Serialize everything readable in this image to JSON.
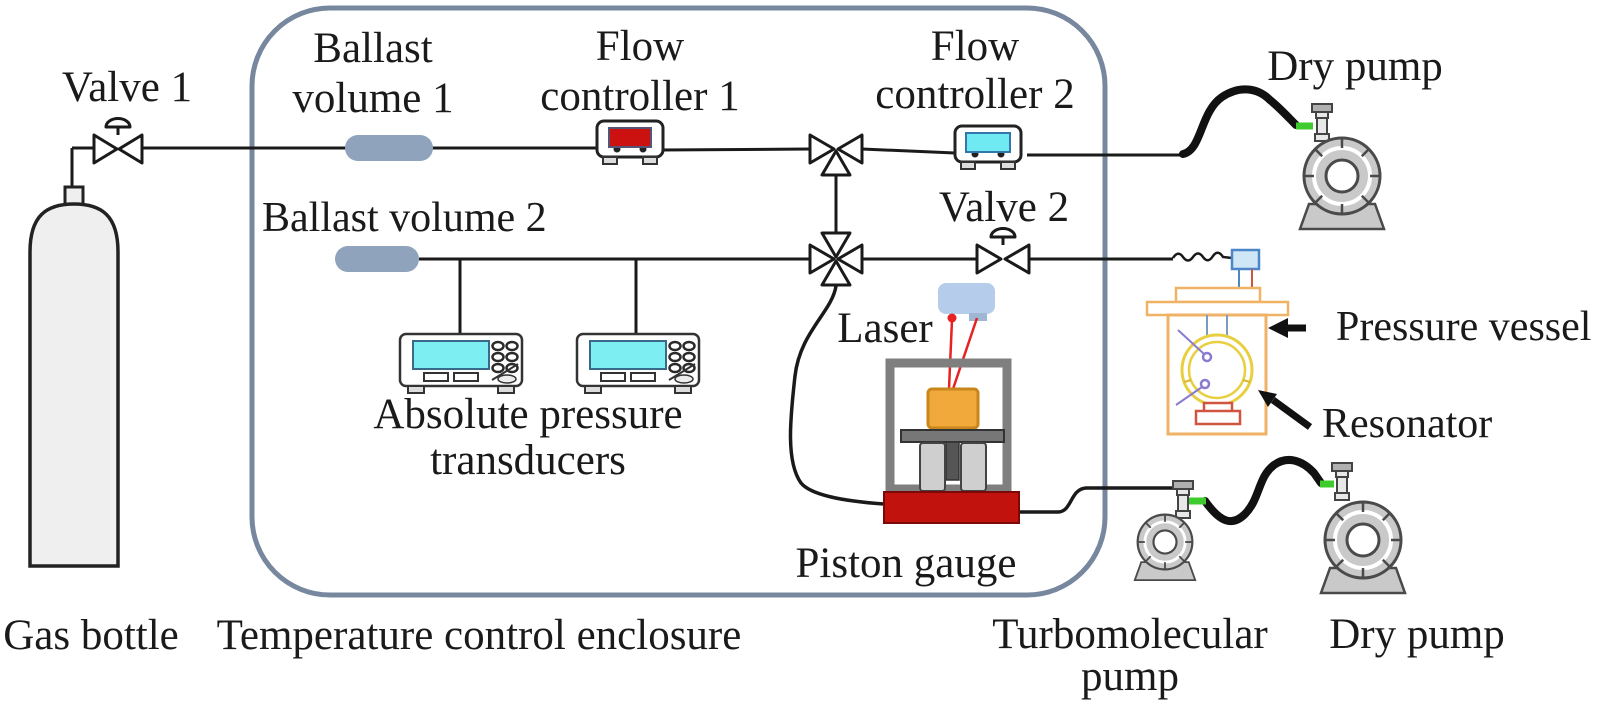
{
  "labels": {
    "valve_1": "Valve 1",
    "gas_bottle": "Gas bottle",
    "ballast_volume_1": [
      "Ballast",
      "volume 1"
    ],
    "ballast_volume_2": "Ballast volume 2",
    "flow_controller_1": [
      "Flow",
      "controller 1"
    ],
    "flow_controller_2": [
      "Flow",
      "controller 2"
    ],
    "valve_2": "Valve 2",
    "dry_pump_top": "Dry pump",
    "temperature_control_enclosure": "Temperature control enclosure",
    "absolute_pressure_transducers": [
      "Absolute pressure",
      "transducers"
    ],
    "laser": "Laser",
    "piston_gauge": "Piston gauge",
    "pressure_vessel": "Pressure vessel",
    "resonator": "Resonator",
    "turbomolecular_pump": [
      "Turbomolecular",
      "pump"
    ],
    "dry_pump_bottom": "Dry pump"
  },
  "colors": {
    "enclosure_border": "#76879e",
    "ballast_capsule": "#8fa3bd",
    "fc1_display": "#cc1111",
    "fc2_display": "#6fe9f2",
    "transducer_screen": "#7deef2",
    "laser_body": "#b5cdeb",
    "laser_beam": "#e62222",
    "piston_mass": "#f2a93b",
    "piston_base": "#c1120e",
    "vessel_outline": "#f0b264",
    "resonator_ring": "#e8cf3f",
    "vacuum_fitting_green": "#3ecb2e",
    "line_black": "#1a1a1a"
  }
}
